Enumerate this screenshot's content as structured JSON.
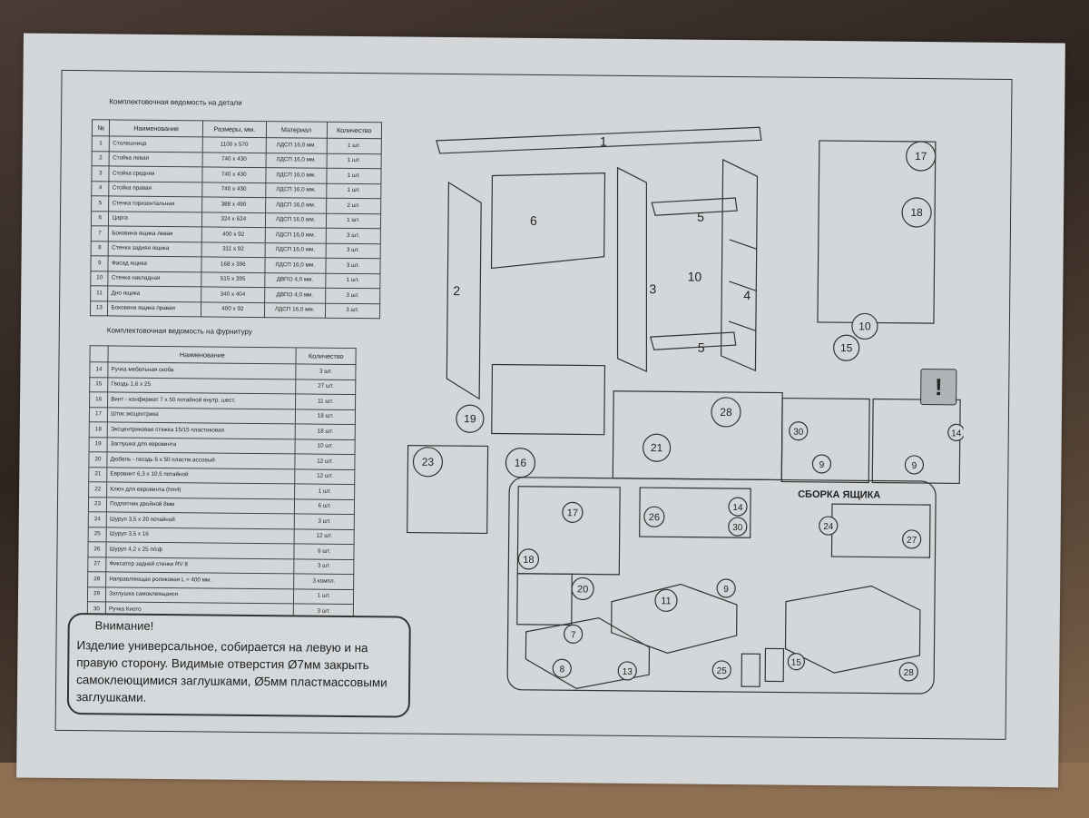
{
  "parts_heading": "Комплектовочная ведомость на детали",
  "parts_columns": [
    "№",
    "Наименование",
    "Размеры, мм.",
    "Материал",
    "Количество"
  ],
  "parts_rows": [
    [
      "1",
      "Столешница",
      "1100 х 570",
      "ЛДСП 16,0 мм.",
      "1 шт."
    ],
    [
      "2",
      "Стойка левая",
      "740 х 430",
      "ЛДСП 16,0 мм.",
      "1 шт."
    ],
    [
      "3",
      "Стойка средняя",
      "740 х 430",
      "ЛДСП 16,0 мм.",
      "1 шт."
    ],
    [
      "4",
      "Стойка правая",
      "740 х 430",
      "ЛДСП 16,0 мм.",
      "1 шт."
    ],
    [
      "5",
      "Стенка горизонтальная",
      "388 х 490",
      "ЛДСП 16,0 мм.",
      "2 шт."
    ],
    [
      "6",
      "Царга",
      "324 х 624",
      "ЛДСП 16,0 мм.",
      "1 шт."
    ],
    [
      "7",
      "Боковина ящика левая",
      "400 х 92",
      "ЛДСП 16,0 мм.",
      "3 шт."
    ],
    [
      "8",
      "Стенка задняя ящика",
      "311 х 92",
      "ЛДСП 16,0 мм.",
      "3 шт."
    ],
    [
      "9",
      "Фасад ящика",
      "168 х 396",
      "ЛДСП 16,0 мм.",
      "3 шт."
    ],
    [
      "10",
      "Стенка накладная",
      "515 х 395",
      "ДВПО 4,0 мм.",
      "1 шт."
    ],
    [
      "11",
      "Дно ящика",
      "340 х 404",
      "ДВПО 4,0 мм.",
      "3 шт."
    ],
    [
      "13",
      "Боковина ящика правая",
      "400 х 92",
      "ЛДСП 16,0 мм.",
      "3 шт."
    ]
  ],
  "hardware_heading": "Комплектовочная ведомость на фурнитуру",
  "hardware_columns": [
    "Наименование",
    "Количество"
  ],
  "hardware_rows": [
    [
      "14",
      "Ручка мебельная скоба",
      "3 шт."
    ],
    [
      "15",
      "Гвоздь 1,6 х 25",
      "27 шт."
    ],
    [
      "16",
      "Винт - конфирмат 7 х 50 потайной внутр. шест.",
      "11 шт."
    ],
    [
      "17",
      "Шток эксцентрика",
      "18 шт."
    ],
    [
      "18",
      "Эксцентриковая стяжка 15/15 пластиковая",
      "18 шт."
    ],
    [
      "19",
      "Заглушка для евровинта",
      "10 шт."
    ],
    [
      "20",
      "Дюбель - гвоздь 6 х 50 пластм.ассовый",
      "12 шт."
    ],
    [
      "21",
      "Евровинт 6,3 х 10,5 потайной",
      "12 шт."
    ],
    [
      "22",
      "Ключ для евровинта (hm4)",
      "1 шт."
    ],
    [
      "23",
      "Подпятник двойной 8мм",
      "6 шт."
    ],
    [
      "24",
      "Шуруп 3,5 х 20 потайной",
      "3 шт."
    ],
    [
      "25",
      "Шуруп 3,5 х 16",
      "12 шт."
    ],
    [
      "26",
      "Шуруп 4,2 х 25 п/сф",
      "6 шт."
    ],
    [
      "27",
      "Фиксатор задней стенки RV 8",
      "3 шт."
    ],
    [
      "28",
      "Направляющая роликовая L = 400 мм.",
      "3 компл."
    ],
    [
      "29",
      "Заглушка самоклеящаяся",
      "1 шт."
    ],
    [
      "30",
      "Ручка Киото",
      "3 шт."
    ]
  ],
  "warning": {
    "title": "Внимание!",
    "text": "Изделие универсальное, собирается на левую и на правую сторону. Видимые отверстия Ø7мм закрыть самоклеющимися заглушками, Ø5мм пластмассовыми заглушками."
  },
  "drawer_assembly_title": "СБОРКА ЯЩИКА",
  "warning_symbol": "!",
  "callouts": {
    "c1": "1",
    "c2": "2",
    "c3": "3",
    "c4": "4",
    "c5a": "5",
    "c5b": "5",
    "c6": "6",
    "c10": "10",
    "c17a": "17",
    "c18a": "18",
    "c10b": "10",
    "c15a": "15",
    "c28a": "28",
    "c21": "21",
    "c19": "19",
    "c16": "16",
    "c23": "23",
    "c30a": "30",
    "c9a": "9",
    "c14a": "14",
    "c9b": "9",
    "c17b": "17",
    "c18b": "18",
    "c26": "26",
    "c14b": "14",
    "c30b": "30",
    "c24": "24",
    "c27": "27",
    "c20": "20",
    "c11": "11",
    "c9c": "9",
    "c7": "7",
    "c8": "8",
    "c13": "13",
    "c25": "25",
    "c15b": "15",
    "c28b": "28"
  }
}
